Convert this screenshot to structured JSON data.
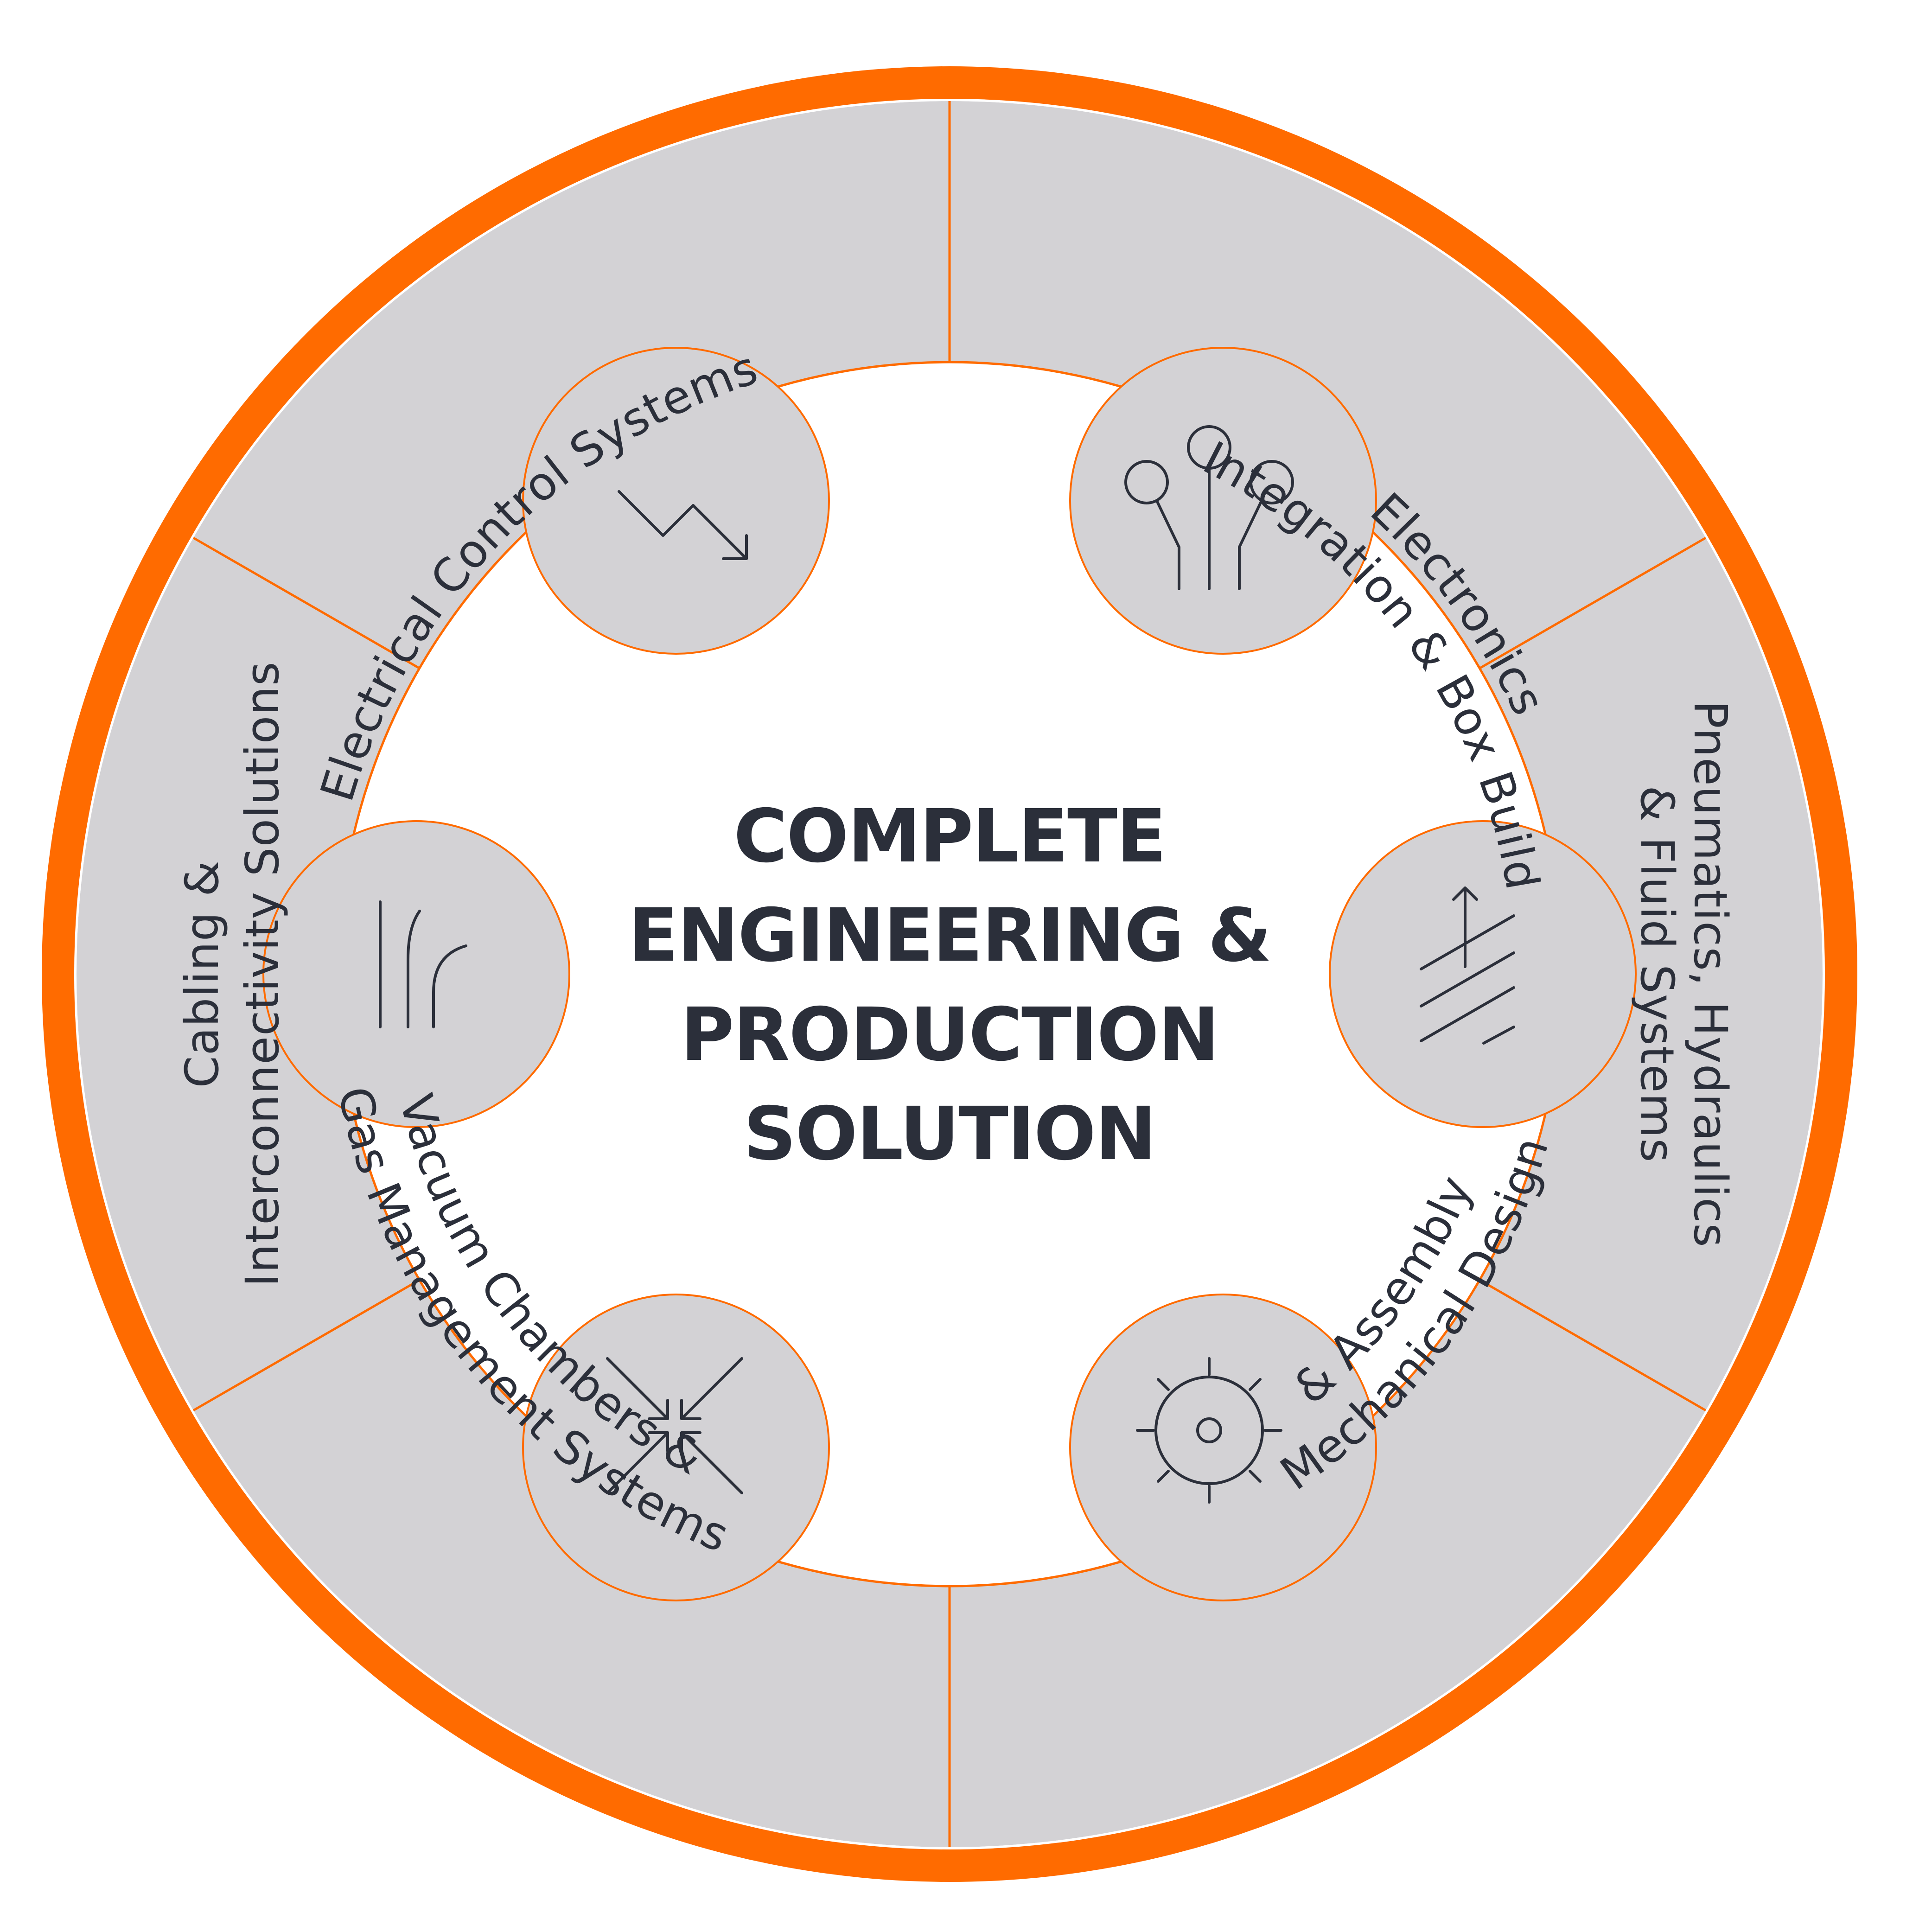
{
  "diagram": {
    "center_title": {
      "lines": [
        "COMPLETE",
        "ENGINEERING &",
        "PRODUCTION",
        "SOLUTION"
      ]
    },
    "colors": {
      "ring": "#ff6b00",
      "segment": "#d3d2d5",
      "text": "#2b2f3a",
      "background": "#ffffff"
    },
    "segments": [
      {
        "id": "electrical-control",
        "icon": "zigzag-arrow-icon",
        "lines": [
          "Electrical Control Systems"
        ]
      },
      {
        "id": "electronics-integration",
        "icon": "circuit-nodes-icon",
        "lines": [
          "Electronics",
          "Integration & Box Build"
        ]
      },
      {
        "id": "pneumatics-hydraulics",
        "icon": "flow-lines-arrow-icon",
        "lines": [
          "Pneumatics, Hydraulics",
          "& Fluid Systems"
        ]
      },
      {
        "id": "mechanical-design",
        "icon": "gear-icon",
        "lines": [
          "Mechanical Design",
          "& Assembly"
        ]
      },
      {
        "id": "vacuum-chambers",
        "icon": "converging-arrows-icon",
        "lines": [
          "Vacuum Chambers &",
          "Gas Management Systems"
        ]
      },
      {
        "id": "cabling-interconnectivity",
        "icon": "cables-icon",
        "lines": [
          "Cabling &",
          "Interconnectivity Solutions"
        ]
      }
    ]
  }
}
